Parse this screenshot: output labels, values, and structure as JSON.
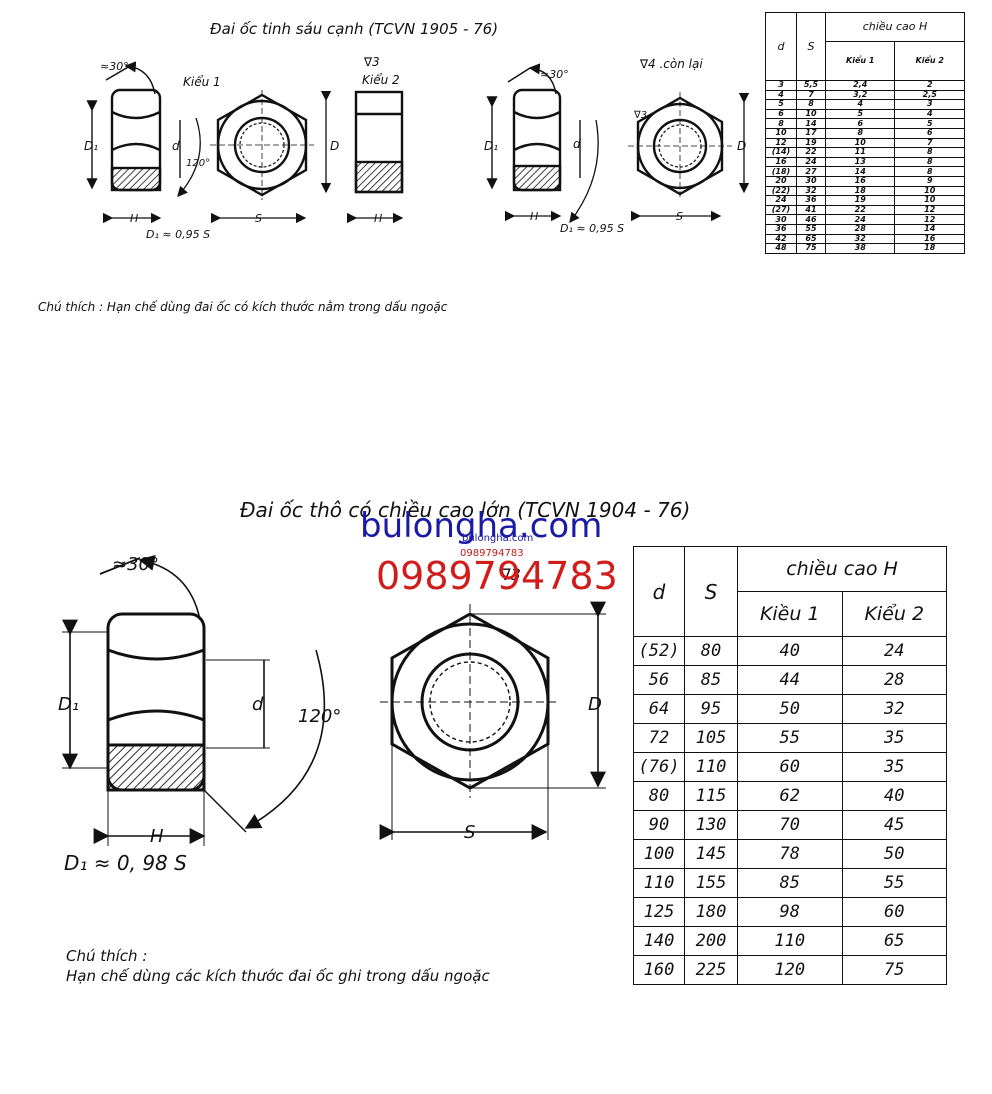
{
  "section1": {
    "title": "Đai ốc tinh sáu cạnh (TCVN 1905 - 76)",
    "note": "Chú thích : Hạn chế dùng đai ốc có kích thước nằm trong dấu ngoặc",
    "labels": {
      "angle30_a": "≈30°",
      "kieu1": "Kiểu 1",
      "rough3": "∇3",
      "kieu2": "Kiểu 2",
      "angle30_b": "≈30°",
      "rough4": "∇4 .còn lại",
      "rough3b": "∇3",
      "D1": "D₁",
      "d": "d",
      "angle120": "120°",
      "D": "D",
      "H": "H",
      "S": "S",
      "formula_a": "D₁ ≈ 0,95 S",
      "formula_b": "D₁ ≈ 0,95 S"
    },
    "table": {
      "head_d": "d",
      "head_s": "S",
      "head_h": "chiều cao H",
      "head_k1": "Kiểu 1",
      "head_k2": "Kiểu 2",
      "rows": [
        [
          "3",
          "5,5",
          "2,4",
          "2"
        ],
        [
          "4",
          "7",
          "3,2",
          "2,5"
        ],
        [
          "5",
          "8",
          "4",
          "3"
        ],
        [
          "6",
          "10",
          "5",
          "4"
        ],
        [
          "8",
          "14",
          "6",
          "5"
        ],
        [
          "10",
          "17",
          "8",
          "6"
        ],
        [
          "12",
          "19",
          "10",
          "7"
        ],
        [
          "(14)",
          "22",
          "11",
          "8"
        ],
        [
          "16",
          "24",
          "13",
          "8"
        ],
        [
          "(18)",
          "27",
          "14",
          "8"
        ],
        [
          "20",
          "30",
          "16",
          "9"
        ],
        [
          "(22)",
          "32",
          "18",
          "10"
        ],
        [
          "24",
          "36",
          "19",
          "10"
        ],
        [
          "(27)",
          "41",
          "22",
          "12"
        ],
        [
          "30",
          "46",
          "24",
          "12"
        ],
        [
          "36",
          "55",
          "28",
          "14"
        ],
        [
          "42",
          "65",
          "32",
          "16"
        ],
        [
          "48",
          "75",
          "38",
          "18"
        ]
      ]
    }
  },
  "section2": {
    "title": "Đai ốc thô có chiều cao lớn (TCVN 1904 - 76)",
    "note_line1": "Chú thích :",
    "note_line2": "Hạn chế dùng các kích thước đai ốc ghi trong dấu ngoặc",
    "labels": {
      "angle30": "≈30°",
      "D1": "D₁",
      "d": "d",
      "angle120": "120°",
      "rough": "∇3",
      "D": "D",
      "H": "H",
      "S": "S",
      "formula": "D₁ ≈ 0, 98 S"
    },
    "table": {
      "head_d": "d",
      "head_s": "S",
      "head_h": "chiều cao H",
      "head_k1": "Kiều 1",
      "head_k2": "Kiểu 2",
      "rows": [
        [
          "(52)",
          "80",
          "40",
          "24"
        ],
        [
          "56",
          "85",
          "44",
          "28"
        ],
        [
          "64",
          "95",
          "50",
          "32"
        ],
        [
          "72",
          "105",
          "55",
          "35"
        ],
        [
          "(76)",
          "110",
          "60",
          "35"
        ],
        [
          "80",
          "115",
          "62",
          "40"
        ],
        [
          "90",
          "130",
          "70",
          "45"
        ],
        [
          "100",
          "145",
          "78",
          "50"
        ],
        [
          "110",
          "155",
          "85",
          "55"
        ],
        [
          "125",
          "180",
          "98",
          "60"
        ],
        [
          "140",
          "200",
          "110",
          "65"
        ],
        [
          "160",
          "225",
          "120",
          "75"
        ]
      ]
    }
  },
  "watermark": {
    "site": "bulongha.com",
    "site_small": "bulongha.com",
    "phone_small": "0989794783",
    "phone": "0989794783"
  }
}
